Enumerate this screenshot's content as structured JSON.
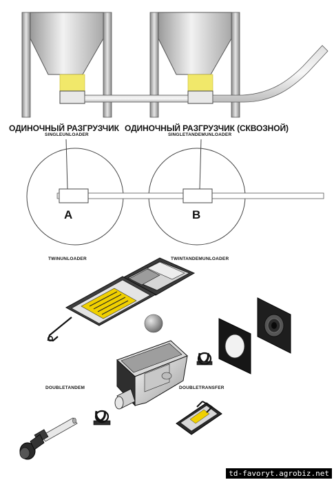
{
  "headings": {
    "single_unloader": "ОДИНОЧНЫЙ РАЗГРУЗЧИК",
    "single_tandem_unloader": "ОДИНОЧНЫЙ РАЗГРУЗЧИК (СКВОЗНОЙ)"
  },
  "sublabels": {
    "singleunloader": "SINGLEUNLOADER",
    "singletandemunloader": "SINGLETANDEMUNLOADER",
    "twinunloader": "TWINUNLOADER",
    "twintandemunloader": "TWINTANDEMUNLOADER",
    "doubletandem": "DOUBLETANDEM",
    "doubletransfer": "DOUBLETRANSFER"
  },
  "markers": {
    "a": "A",
    "b": "B"
  },
  "watermark": "td-favoryt.agrobiz.net",
  "colors": {
    "feed": "#f1e86a",
    "metal": "#bdbdbd",
    "outline": "#222222",
    "dark_part": "#2a2a2a",
    "label_plate": "#f0d000"
  }
}
